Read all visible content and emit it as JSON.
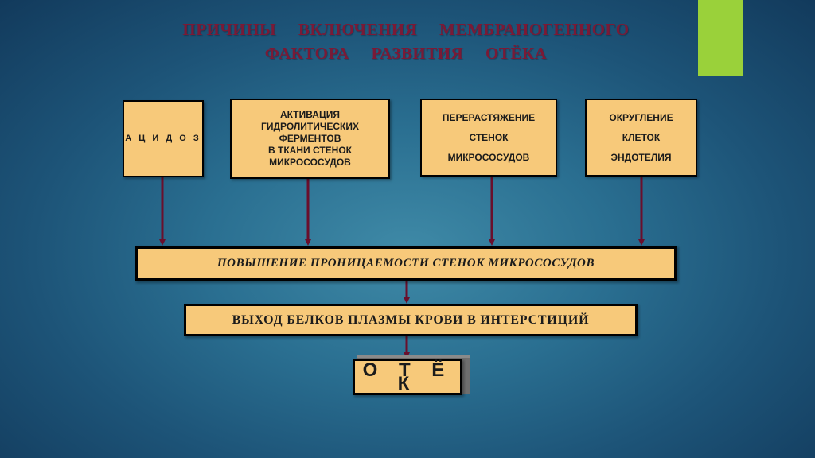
{
  "title": {
    "line1": "ПРИЧИНЫ ВКЛЮЧЕНИЯ МЕМБРАНОГЕННОГО",
    "line2": "ФАКТОРА РАЗВИТИЯ ОТЁКА"
  },
  "causes": {
    "acidosis": "А Ц И Д О З",
    "activation": [
      "АКТИВАЦИЯ",
      "ГИДРОЛИТИЧЕСКИХ",
      "ФЕРМЕНТОВ",
      "В ТКАНИ СТЕНОК",
      "МИКРОСОСУДОВ"
    ],
    "stretch": [
      "ПЕРЕРАСТЯЖЕНИЕ",
      "СТЕНОК",
      "МИКРОСОСУДОВ"
    ],
    "rounding": [
      "ОКРУГЛЕНИЕ",
      "КЛЕТОК",
      "ЭНДОТЕЛИЯ"
    ]
  },
  "permeability": "ПОВЫШЕНИЕ ПРОНИЦАЕМОСТИ СТЕНОК МИКРОСОСУДОВ",
  "protein_exit": "ВЫХОД БЕЛКОВ ПЛАЗМЫ КРОВИ В ИНТЕРСТИЦИЙ",
  "edema": "О Т Ё К",
  "colors": {
    "box_fill": "#f7c97a",
    "arrow": "#6a0f2c",
    "title": "#7a1a36",
    "accent": "#9ad13a"
  }
}
